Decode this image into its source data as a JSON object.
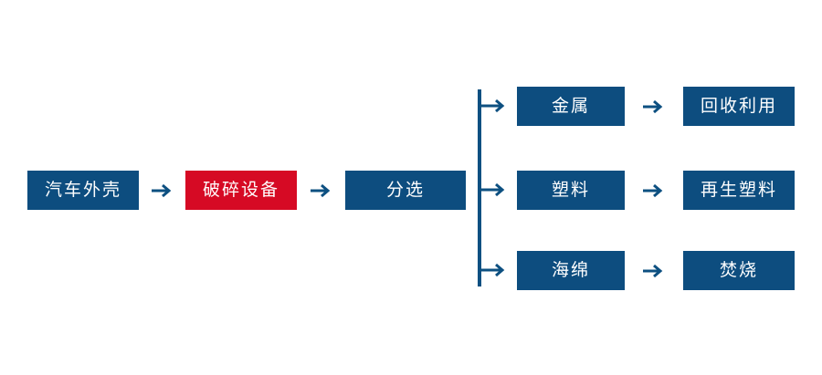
{
  "diagram": {
    "type": "flowchart",
    "orientation": "left-to-right",
    "background_color": "#ffffff",
    "colors": {
      "node_primary": "#0d4d7f",
      "node_highlight": "#d60a24",
      "arrow": "#0d5081",
      "node_text": "#ffffff"
    },
    "main_chain": [
      {
        "id": "car-shell",
        "label": "汽车外壳",
        "style": "blue"
      },
      {
        "id": "crushing-equipment",
        "label": "破碎设备",
        "style": "red"
      },
      {
        "id": "sorting",
        "label": "分选",
        "style": "blue"
      }
    ],
    "branches": [
      {
        "id": "metal",
        "material": {
          "id": "metal-material",
          "label": "金属",
          "style": "blue"
        },
        "outcome": {
          "id": "metal-outcome",
          "label": "回收利用",
          "style": "blue"
        }
      },
      {
        "id": "plastic",
        "material": {
          "id": "plastic-material",
          "label": "塑料",
          "style": "blue"
        },
        "outcome": {
          "id": "plastic-outcome",
          "label": "再生塑料",
          "style": "blue"
        }
      },
      {
        "id": "sponge",
        "material": {
          "id": "sponge-material",
          "label": "海绵",
          "style": "blue"
        },
        "outcome": {
          "id": "sponge-outcome",
          "label": "焚烧",
          "style": "blue"
        }
      }
    ],
    "connectors": {
      "arrow_icon": "arrow-right-icon",
      "split_bus_icon": "vertical-split-line"
    }
  }
}
